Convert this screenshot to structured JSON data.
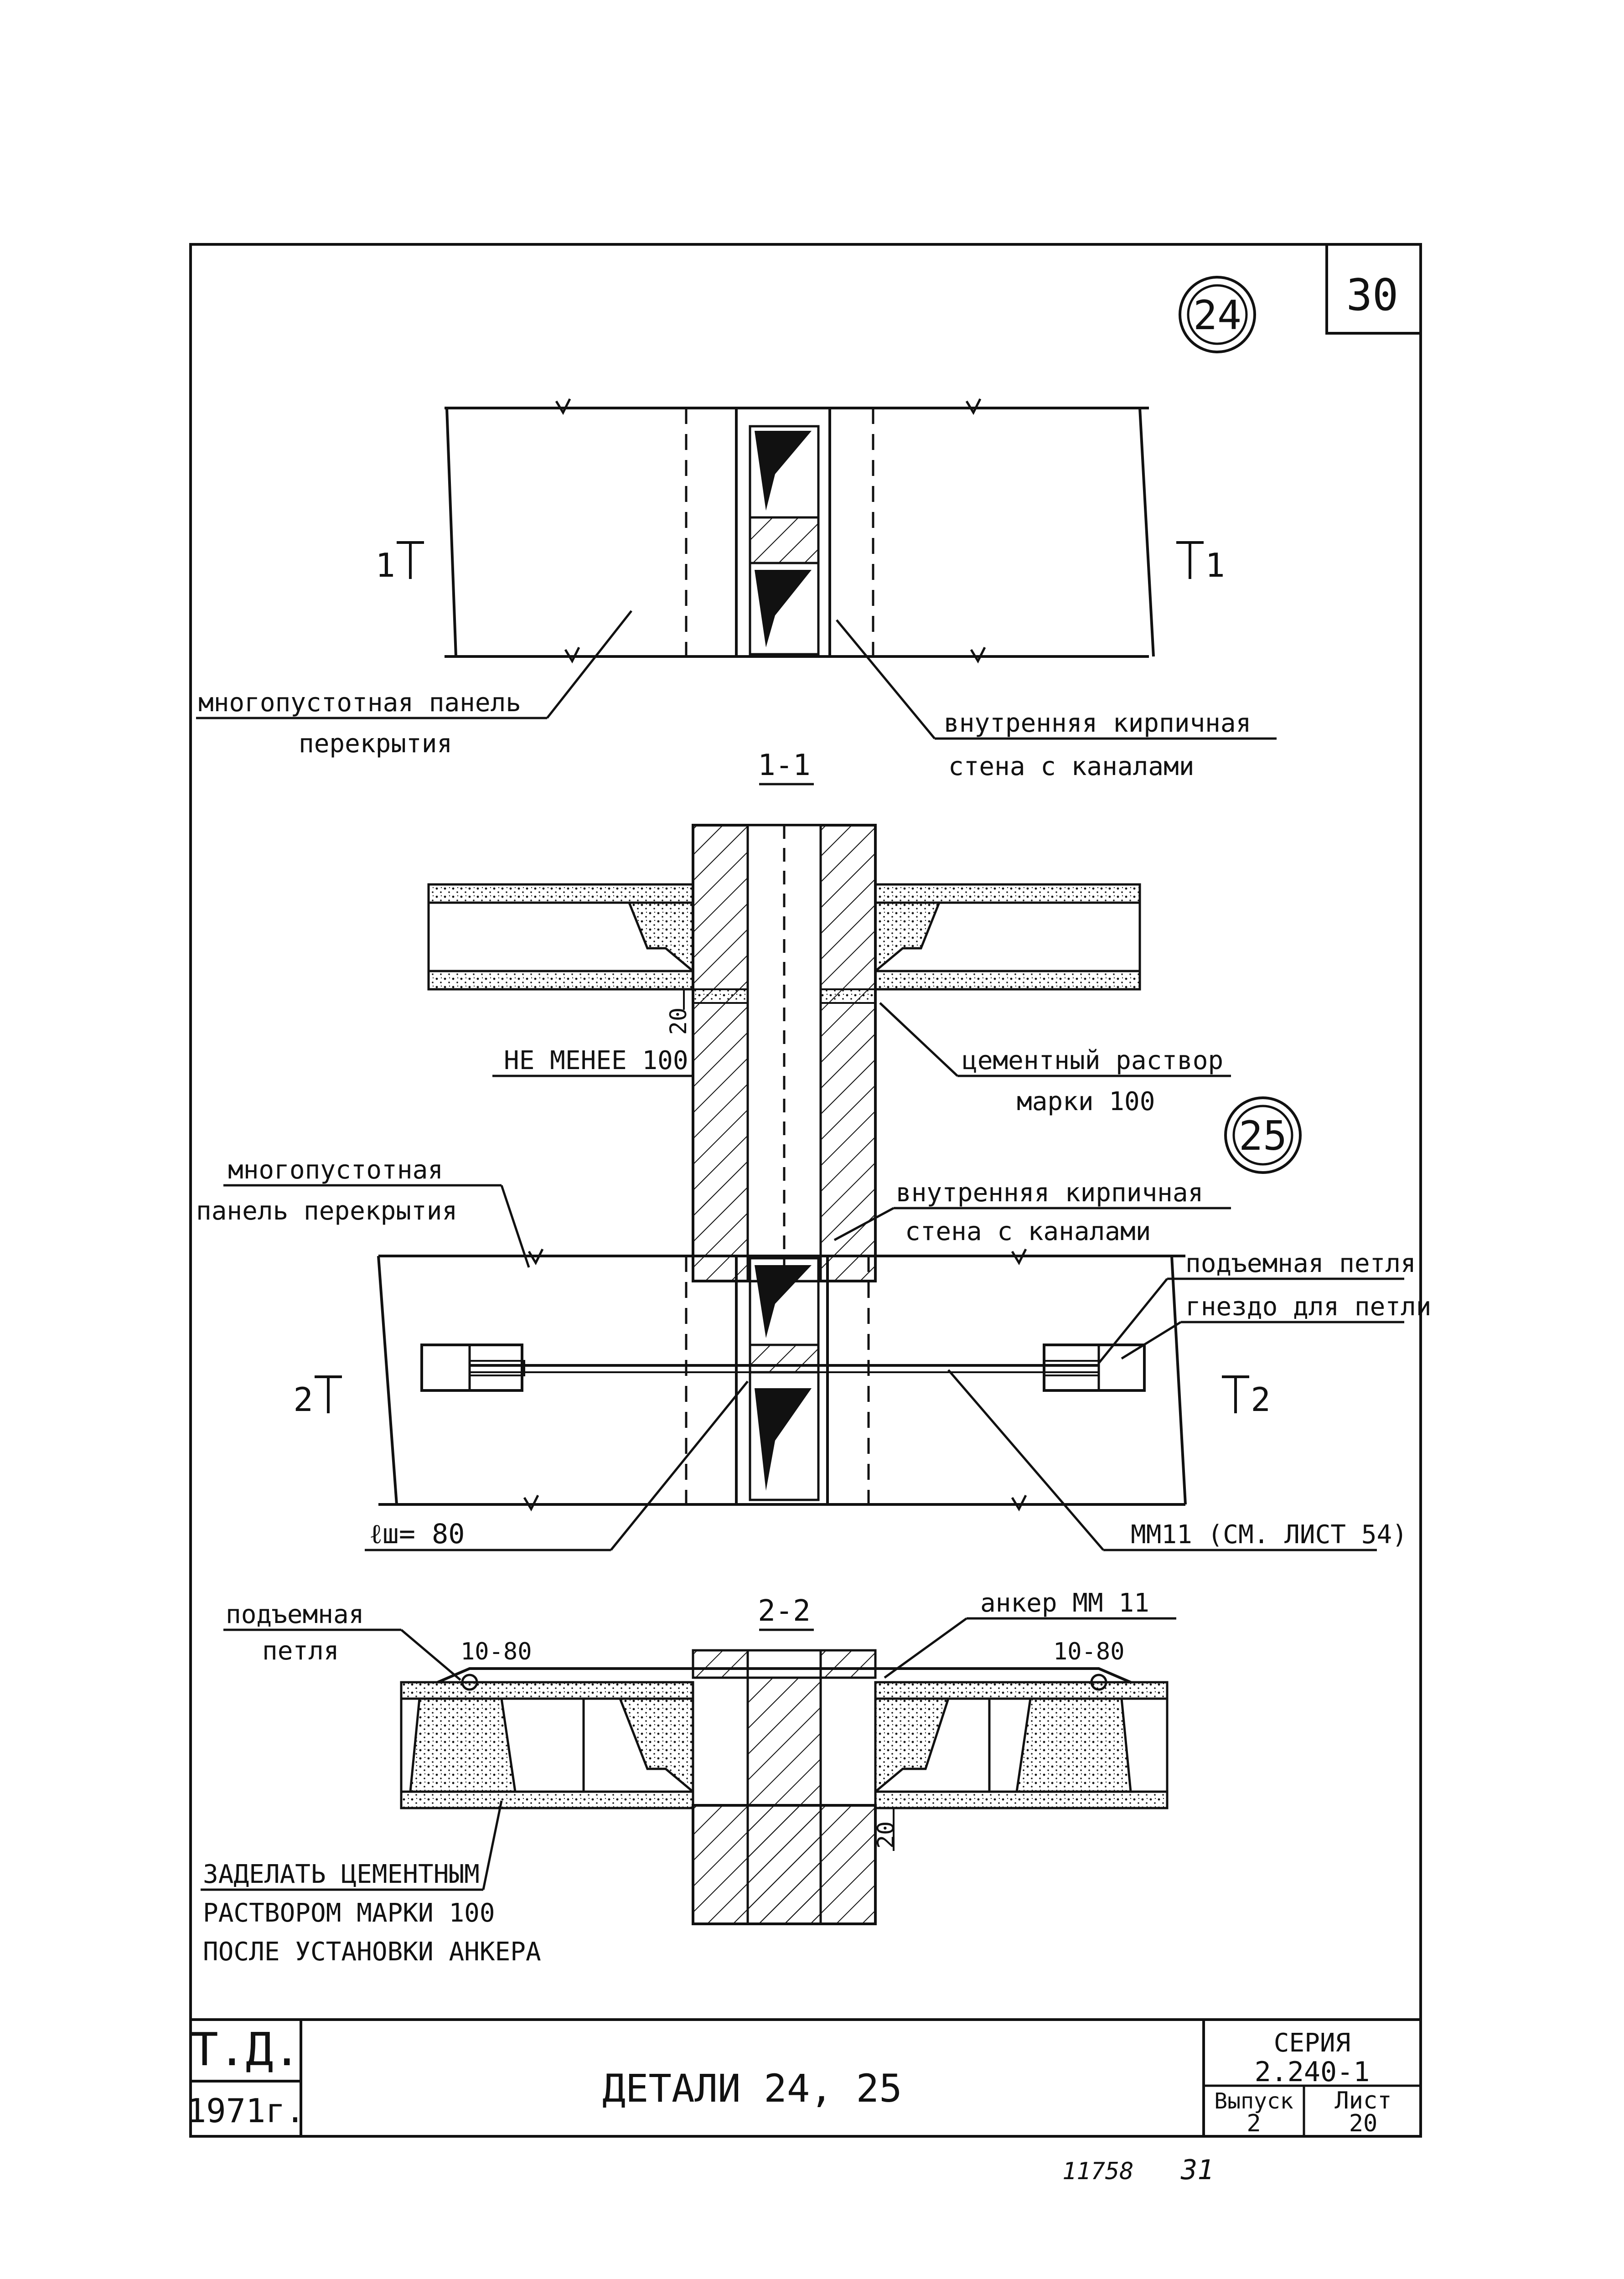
{
  "sheet": {
    "sheet_corner_number": "30",
    "detail_24_mark": "24",
    "detail_25_mark": "25"
  },
  "detail_24": {
    "label_panel_line1": "многопустотная панель",
    "label_panel_line2": "перекрытия",
    "label_wall_line1": "внутренняя кирпичная",
    "label_wall_line2": "стена с каналами",
    "section_mark_left": "1",
    "section_mark_right": "1"
  },
  "section_1_1": {
    "title": "1-1",
    "dim_20": "20",
    "label_min": "НЕ МЕНЕЕ 100",
    "label_mortar_line1": "цементный раствор",
    "label_mortar_line2": "марки 100"
  },
  "detail_25": {
    "label_panel_line1": "многопустотная",
    "label_panel_line2": "панель перекрытия",
    "label_wall_line1": "внутренняя кирпичная",
    "label_wall_line2": "стена с каналами",
    "label_loop": "подъемная петля",
    "label_socket": "гнездо для петли",
    "label_lw": "ℓш= 80",
    "label_mm": "ММ11 (СМ. ЛИСТ 54)",
    "section_mark_left": "2",
    "section_mark_right": "2"
  },
  "section_2_2": {
    "title": "2-2",
    "label_loop_line1": "подъемная",
    "label_loop_line2": "петля",
    "label_anchor": "анкер ММ 11",
    "dim_left": "10-80",
    "dim_right": "10-80",
    "dim_20": "20",
    "note_line1": "ЗАДЕЛАТЬ ЦЕМЕНТНЫМ",
    "note_line2": "РАСТВОРОМ МАРКИ 100",
    "note_line3": "ПОСЛЕ УСТАНОВКИ АНКЕРА"
  },
  "title_block": {
    "logo": "Т.Д.",
    "year": "1971г.",
    "title": "ДЕТАЛИ 24, 25",
    "series_label": "СЕРИЯ",
    "series_value": "2.240-1",
    "issue_label": "Выпуск",
    "issue_value": "2",
    "sheet_label": "Лист",
    "sheet_value": "20"
  },
  "footer": {
    "archive_number": "11758",
    "page_number": "31"
  }
}
